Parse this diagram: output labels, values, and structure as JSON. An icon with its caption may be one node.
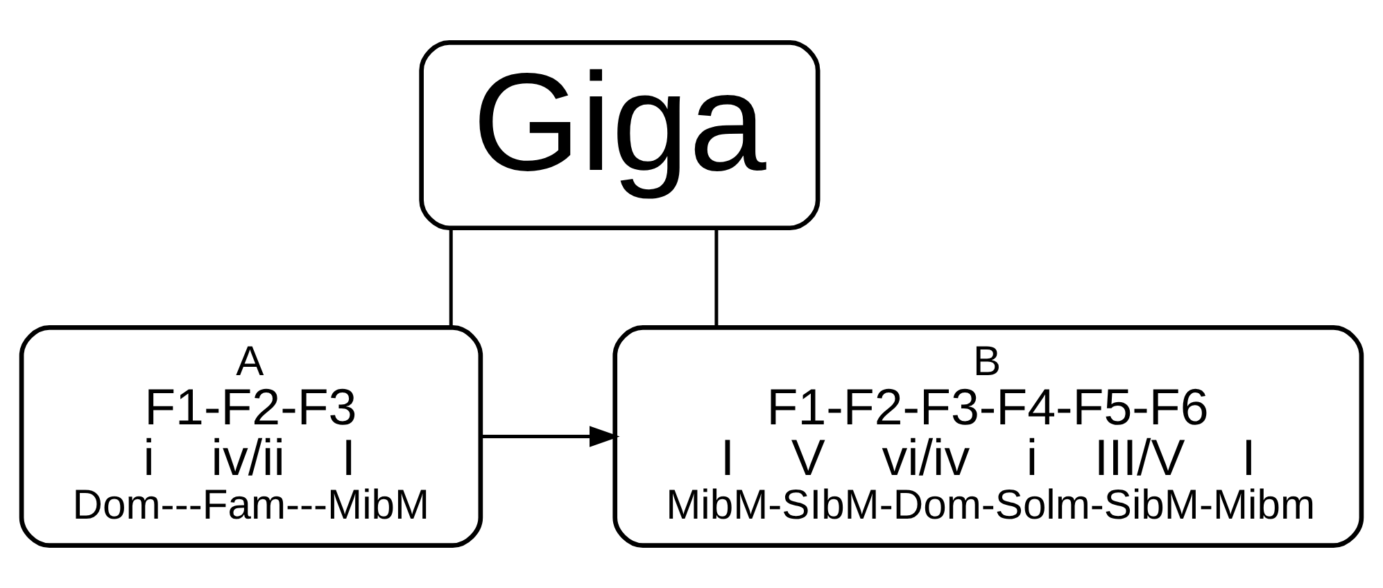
{
  "diagram": {
    "nodes": [
      {
        "text": [
          "Giga"
        ]
      },
      {
        "text": [
          "A",
          "F1-F2-F3",
          "i iv/ii I",
          "Dom---Fam---MibM"
        ]
      },
      {
        "text": [
          "B",
          "F1-F2-F3-F4-F5-F6",
          "I V vi/iv i III/V I",
          "MibM-SIbM-Dom-Solm-SibM-Mibm"
        ]
      }
    ],
    "edges": [
      {
        "from": 0,
        "to": 1,
        "arrow": "none"
      },
      {
        "from": 0,
        "to": 2,
        "arrow": "none"
      },
      {
        "from": 1,
        "to": 2,
        "arrow": "to"
      }
    ]
  }
}
